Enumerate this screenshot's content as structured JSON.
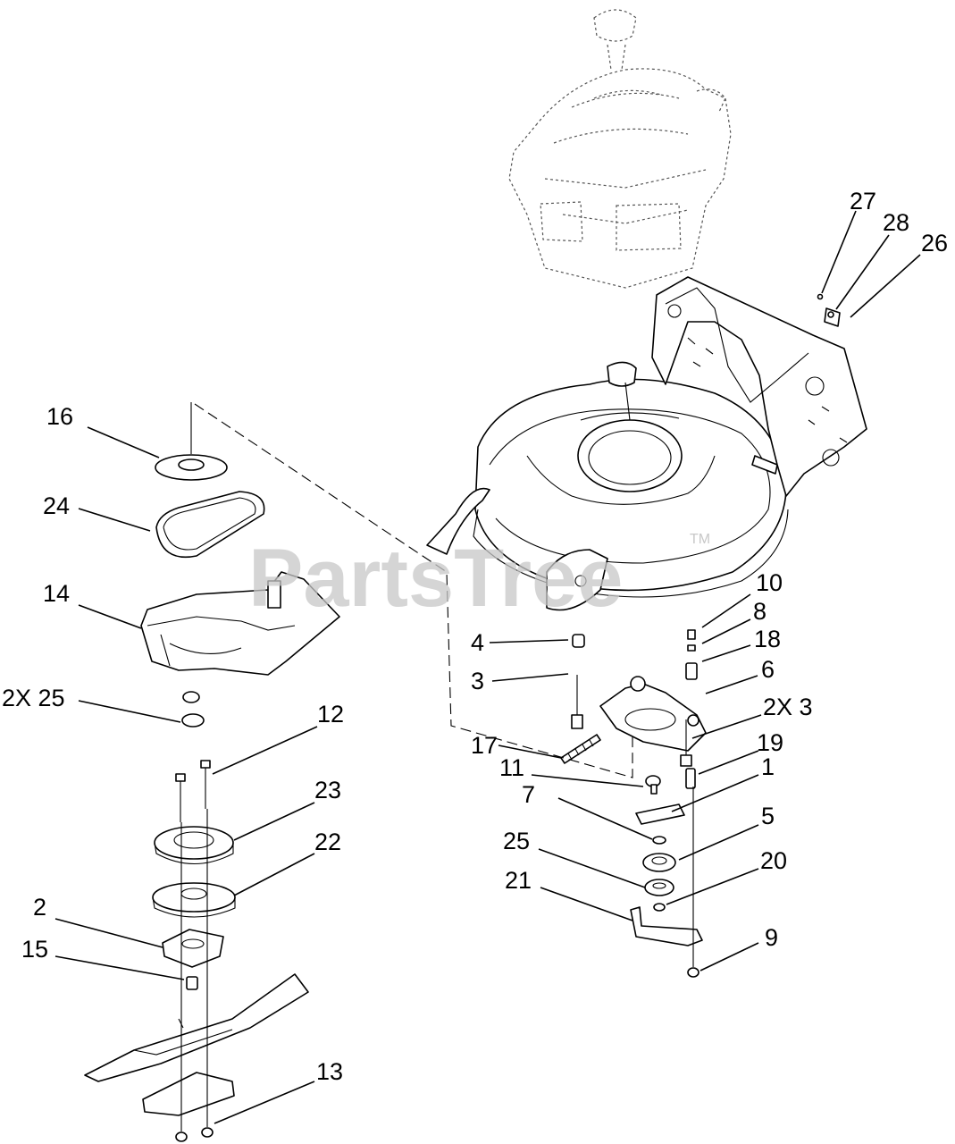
{
  "watermark": {
    "text": "PartsTree",
    "trademark": "TM"
  },
  "callouts": {
    "c27": "27",
    "c28": "28",
    "c26": "26",
    "c16": "16",
    "c24": "24",
    "c14": "14",
    "c2x25": "2X 25",
    "c12": "12",
    "c23": "23",
    "c22": "22",
    "c2": "2",
    "c15": "15",
    "c13": "13",
    "c10": "10",
    "c8": "8",
    "c18": "18",
    "c6": "6",
    "c4": "4",
    "c3": "3",
    "c2x3": "2X 3",
    "c17": "17",
    "c19": "19",
    "c11": "11",
    "c1": "1",
    "c7": "7",
    "c5": "5",
    "c25": "25",
    "c20": "20",
    "c21": "21",
    "c9": "9"
  },
  "colors": {
    "ink": "#000000",
    "watermark": "#c8c8c8",
    "background": "#ffffff"
  }
}
